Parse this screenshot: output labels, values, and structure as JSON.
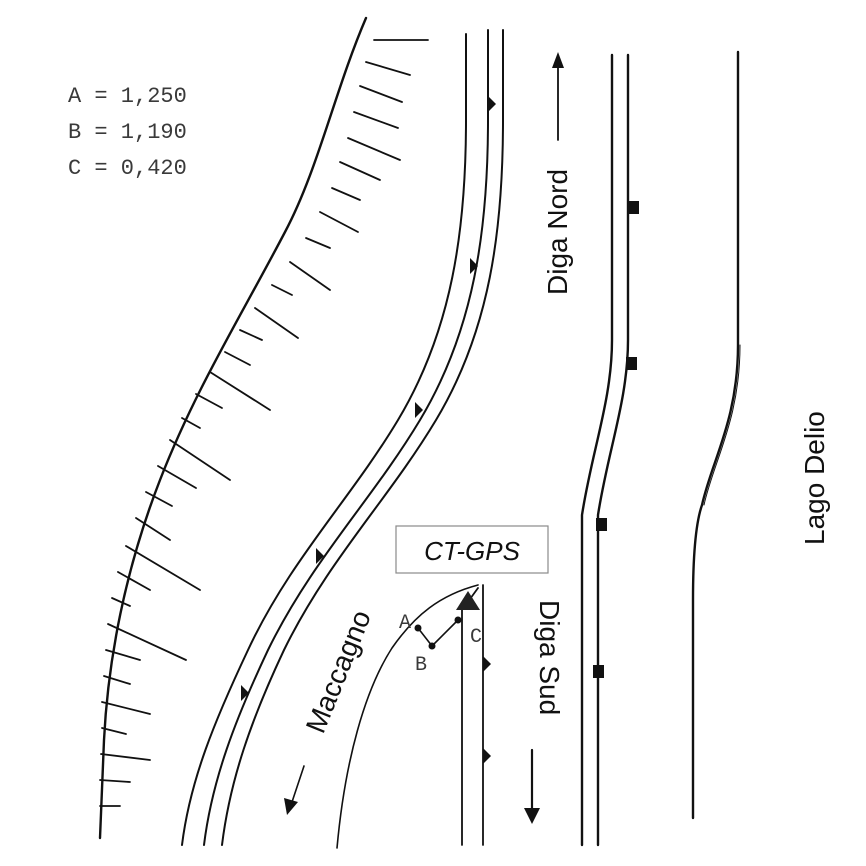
{
  "legend": {
    "a": "A = 1,250",
    "b": "B = 1,190",
    "c": "C = 0,420"
  },
  "labels": {
    "diga_nord": "Diga Nord",
    "diga_sud": "Diga Sud",
    "lago_delio": "Lago Delio",
    "maccagno": "Maccagno",
    "ct_gps": "CT-GPS",
    "point_a": "A",
    "point_b": "B",
    "point_c": "C"
  }
}
